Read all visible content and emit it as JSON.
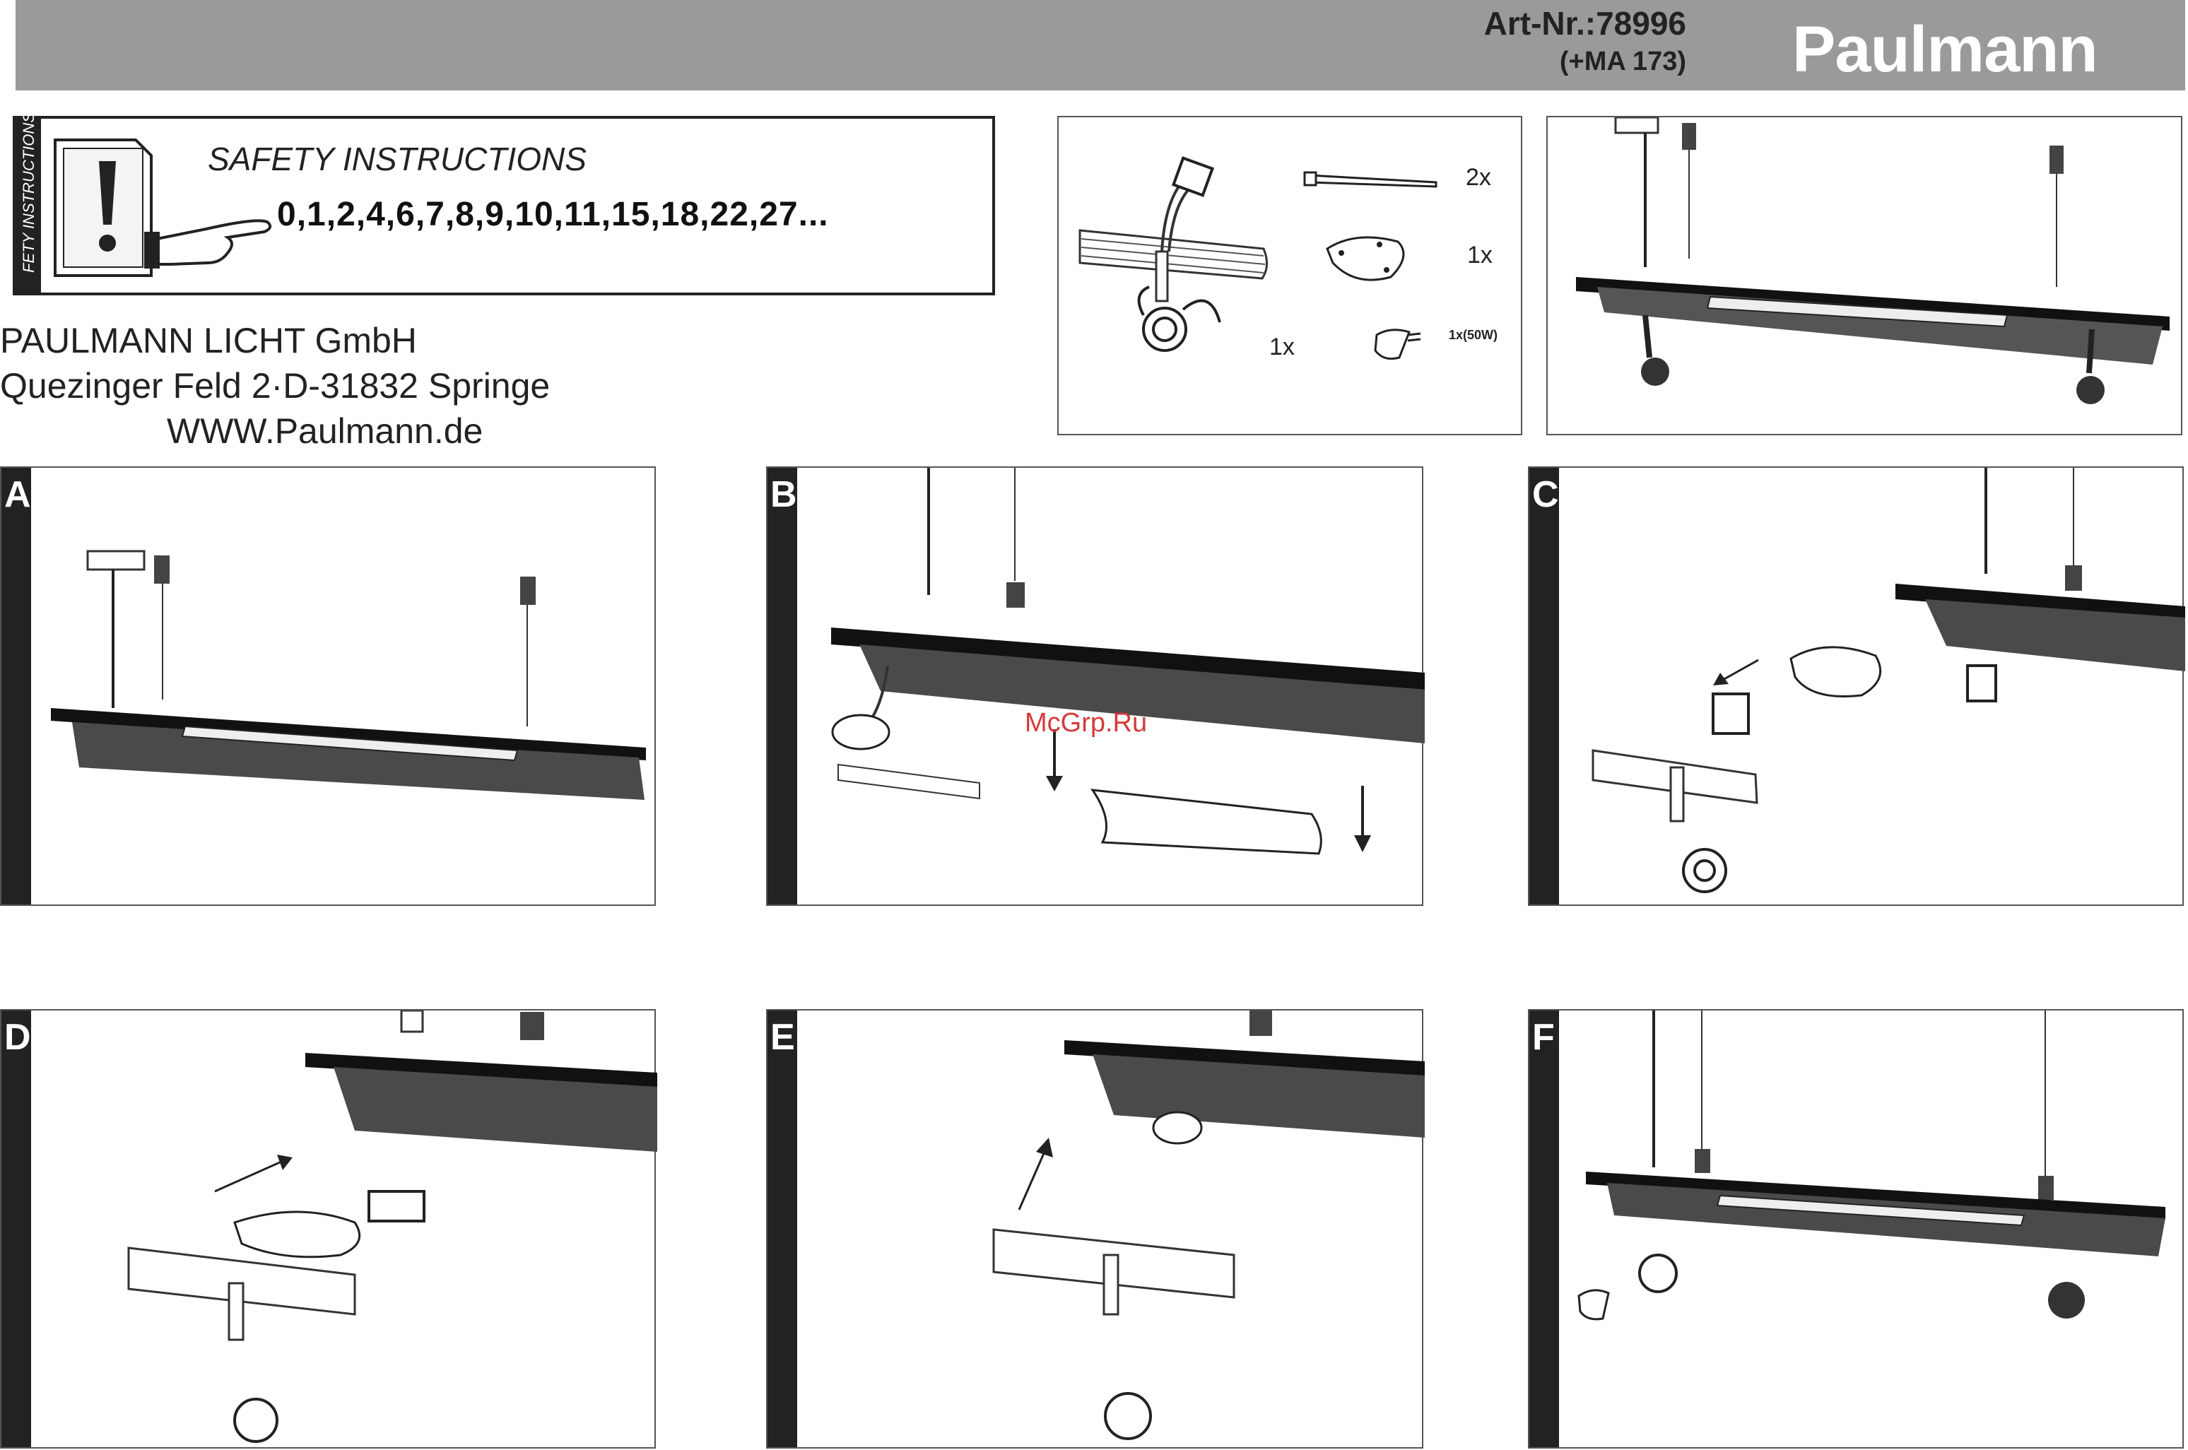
{
  "header": {
    "art_nr": "Art-Nr.:78996",
    "ma": "(+MA 173)",
    "brand": "Paulmann"
  },
  "safety": {
    "strip_text": "FETY INSTRUCTIONS",
    "title": "SAFETY INSTRUCTIONS",
    "numbers": "0,1,2,4,6,7,8,9,10,11,15,18,22,27..."
  },
  "company": {
    "name": "PAULMANN LICHT GmbH",
    "address": "Quezinger Feld 2·D-31832 Springe",
    "web": "WWW.Paulmann.de"
  },
  "parts": {
    "cable_tie_qty": "2x",
    "cover_plate_qty": "1x",
    "spot_qty": "1x",
    "lamp_qty": "1x(50W)"
  },
  "steps": [
    "A",
    "B",
    "C",
    "D",
    "E",
    "F"
  ],
  "watermark": "McGrp.Ru"
}
